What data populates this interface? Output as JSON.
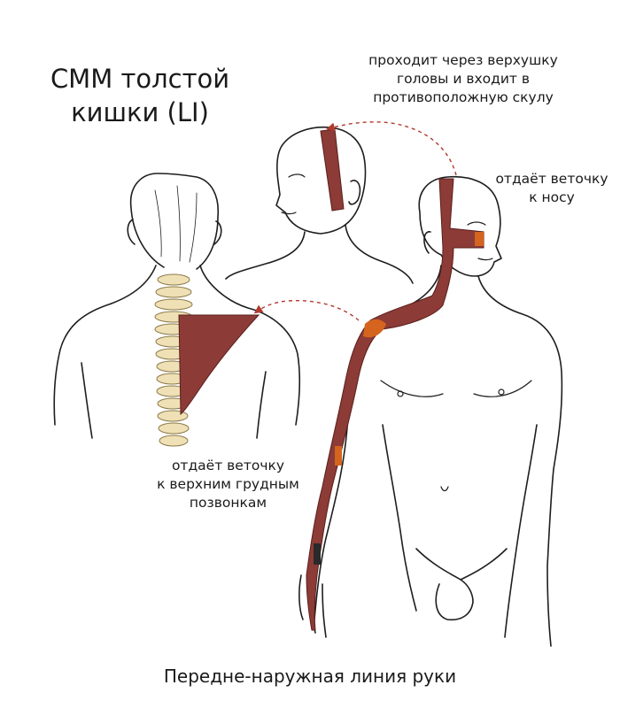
{
  "title": {
    "line1": "СММ толстой",
    "line2": "кишки (LI)"
  },
  "annotations": {
    "head_line1": "проходит через верхушку",
    "head_line2": "головы и входит в",
    "head_line3": "противоположную скулу",
    "nose_line1": "отдаёт веточку",
    "nose_line2": "к носу",
    "spine_line1": "отдаёт веточку",
    "spine_line2": "к верхним грудным",
    "spine_line3": "позвонкам"
  },
  "caption": "Передне-наружная линия руки",
  "colors": {
    "meridian": "#8c3b37",
    "meridian_accent": "#d4641e",
    "spine": "#efe1b5",
    "outline": "#1e1e1e",
    "arrow": "#b03a2e"
  }
}
